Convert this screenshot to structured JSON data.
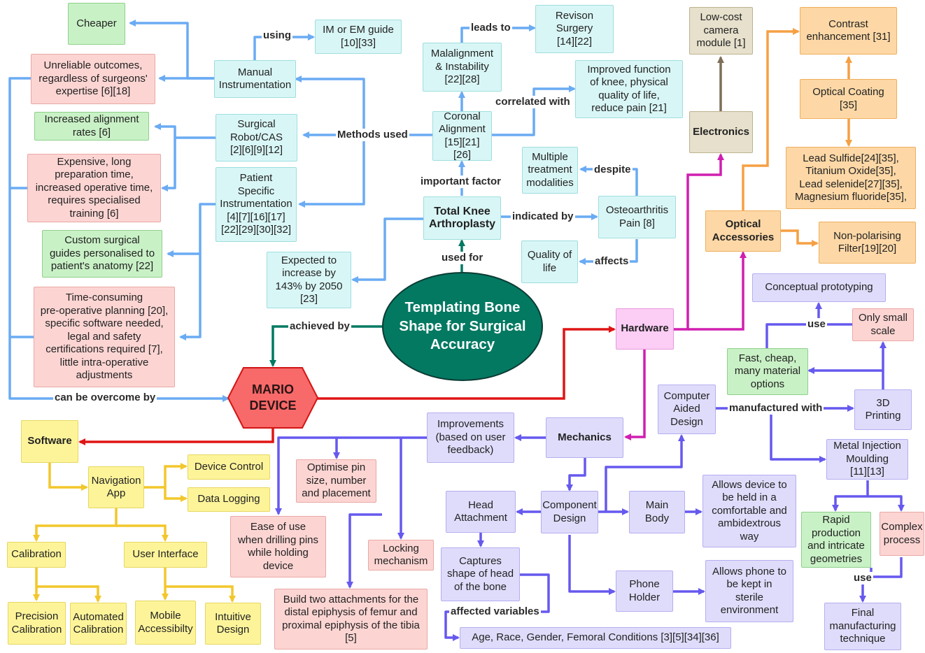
{
  "center": "Templating Bone\nShape for Surgical\nAccuracy",
  "mario": "MARIO\nDEVICE",
  "tka": "Total Knee\nArthroplasty",
  "nodes": {
    "cheaper": "Cheaper",
    "unreliable": "Unreliable outcomes,\nregardless of surgeons'\nexpertise [6][18]",
    "increased_alignment": "Increased alignment\nrates [6]",
    "expensive": "Expensive, long\npreparation time,\nincreased operative time,\nrequires specialised\ntraining [6]",
    "custom_guides": "Custom surgical\nguides personalised to\npatient's anatomy [22]",
    "time_consuming": "Time-consuming\npre-operative planning [20],\nspecific software needed,\nlegal and safety\ncertifications required [7],\nlittle intra-operative\nadjustments",
    "manual_instr": "Manual\nInstrumentation",
    "im_em": "IM or EM guide\n[10][33]",
    "robot": "Surgical\nRobot/CAS\n[2][6][9][12]",
    "psi": "Patient\nSpecific\nInstrumentation\n[4][7][16][17]\n[22][29][30][32]",
    "malalignment": "Malalignment\n& Instability\n[22][28]",
    "revision": "Revison\nSurgery\n[14][22]",
    "coronal": "Coronal\nAlignment\n[15][21][26]",
    "improved_function": "Improved function\nof knee, physical\nquality of life,\nreduce pain [21]",
    "multiple_treatment": "Multiple\ntreatment\nmodalities",
    "oa_pain": "Osteoarthritis\nPain [8]",
    "quality_life": "Quality of\nlife",
    "expected": "Expected to\nincrease by\n143% by 2050\n[23]",
    "low_cost_camera": "Low-cost\ncamera\nmodule [1]",
    "electronics": "Electronics",
    "contrast": "Contrast\nenhancement [31]",
    "optical_coating": "Optical Coating\n[35]",
    "lead_sulfide": "Lead Sulfide[24][35],\nTitanium Oxide[35],\nLead selenide[27][35],\nMagnesium fluoride[35],",
    "optical_acc": "Optical\nAccessories",
    "non_polarising": "Non-polarising\nFilter[19][20]",
    "conceptual": "Conceptual prototyping",
    "hardware": "Hardware",
    "only_small": "Only small\nscale",
    "fast_cheap": "Fast, cheap,\nmany material\noptions",
    "cad": "Computer\nAided\nDesign",
    "printing": "3D\nPrinting",
    "mim": "Metal Injection\nMoulding\n[11][13]",
    "software": "Software",
    "improvements": "Improvements\n(based on user\nfeedback)",
    "mechanics": "Mechanics",
    "optimise_pin": "Optimise pin\nsize, number\nand placement",
    "ease_of_use": "Ease of use\nwhen drilling pins\nwhile holding\ndevice",
    "locking": "Locking\nmechanism",
    "build_two": "Build two attachments for the\ndistal epiphysis of femur and\nproximal epiphysis of the tibia\n[5]",
    "head_attach": "Head\nAttachment",
    "component": "Component\nDesign",
    "main_body": "Main\nBody",
    "allows_held": "Allows device to\nbe held in a\ncomfortable and\nambidextrous\nway",
    "captures": "Captures\nshape of head\nof the bone",
    "phone_holder": "Phone\nHolder",
    "allows_phone": "Allows phone to\nbe kept in\nsterile\nenvironment",
    "variables": "Age, Race, Gender, Femoral Conditions [3][5][34][36]",
    "rapid": "Rapid\nproduction\nand intricate\ngeometries",
    "complex": "Complex\nprocess",
    "final_manuf": "Final\nmanufacturing\ntechnique",
    "nav_app": "Navigation\nApp",
    "device_control": "Device Control",
    "data_logging": "Data Logging",
    "calibration": "Calibration",
    "user_interface": "User Interface",
    "precision_cal": "Precision\nCalibration",
    "automated_cal": "Automated\nCalibration",
    "mobile": "Mobile\nAccessibilty",
    "intuitive": "Intuitive\nDesign"
  },
  "edge_labels": {
    "using": "using",
    "leads_to": "leads to",
    "correlated_with": "correlated with",
    "methods_used": "Methods used",
    "important_factor": "important factor",
    "despite": "despite",
    "indicated_by": "indicated by",
    "affects": "affects",
    "used_for": "used for",
    "achieved_by": "achieved by",
    "can_be_overcome_by": "can be overcome by",
    "use_top": "use",
    "manufactured_with": "manufactured with",
    "affected_variables": "affected variables",
    "use_bottom": "use"
  },
  "colors": {
    "blue": "#6aabf3",
    "teal": "#037962",
    "red": "#e01515",
    "magenta": "#d01fb0",
    "orange": "#f5a043",
    "brown": "#7d6f58",
    "purple": "#6659ee",
    "yellow": "#f2c72b"
  }
}
